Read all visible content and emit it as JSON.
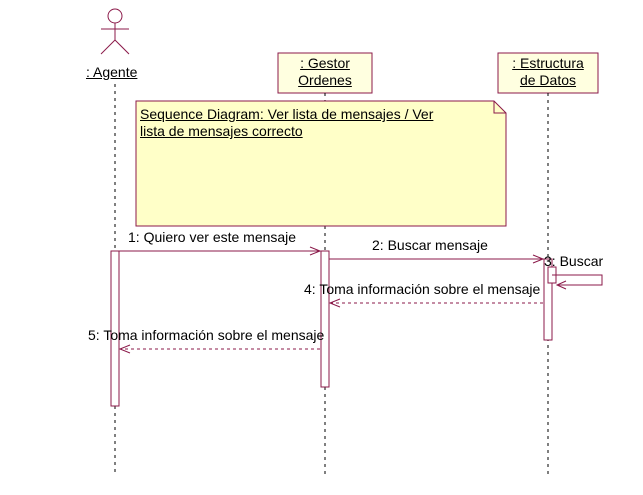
{
  "colors": {
    "line": "#8b1a4a",
    "box_fill": "#ffffe0",
    "note_fill": "#ffffc8",
    "lifeline": "#000000",
    "background": "#ffffff"
  },
  "actor": {
    "name": ": Agente",
    "icon": "stick-figure-icon"
  },
  "objects": [
    {
      "id": "gestor",
      "line1": ": Gestor",
      "line2": "Ordenes"
    },
    {
      "id": "estructura",
      "line1": ": Estructura",
      "line2": "de Datos"
    }
  ],
  "note": {
    "text": "Sequence Diagram: Ver lista de mensajes / Ver\nlista de mensajes correcto"
  },
  "messages": [
    {
      "id": "m1",
      "label": "1: Quiero ver este mensaje",
      "kind": "call"
    },
    {
      "id": "m2",
      "label": "2: Buscar mensaje",
      "kind": "call"
    },
    {
      "id": "m3",
      "label": "3: Buscar",
      "kind": "self"
    },
    {
      "id": "m4",
      "label": "4: Toma información sobre el mensaje",
      "kind": "return"
    },
    {
      "id": "m5",
      "label": "5: Toma información sobre el mensaje",
      "kind": "return"
    }
  ]
}
